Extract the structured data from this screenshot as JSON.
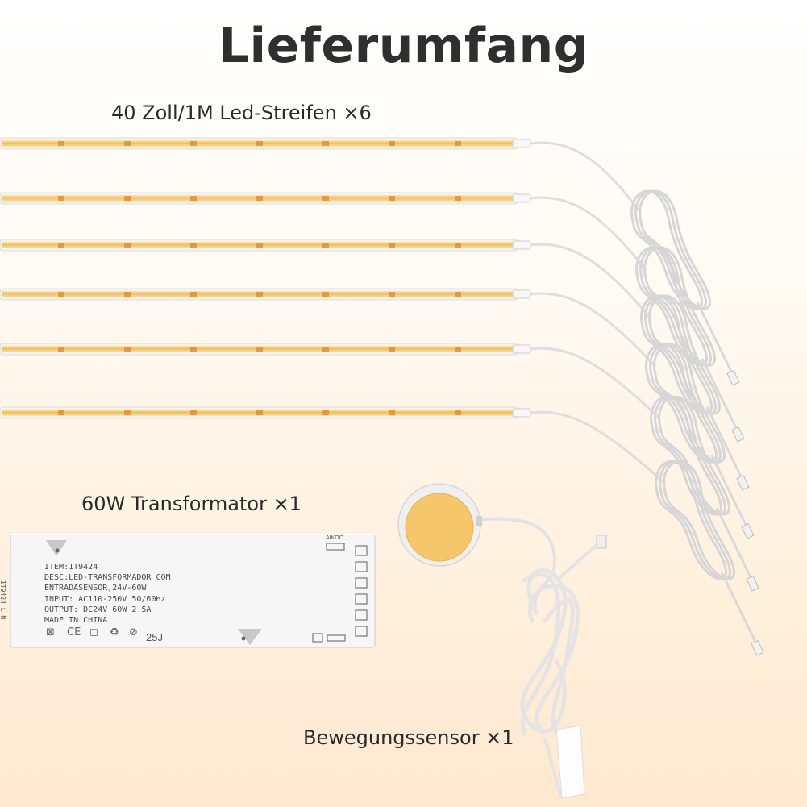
{
  "title": "Lieferumfang",
  "captions": {
    "strips": "40 Zoll/1M Led-Streifen ×6",
    "transformer": "60W Transformator ×1",
    "sensor": "Bewegungssensor ×1"
  },
  "transformer_label": {
    "brand": "AIKOO",
    "lines": [
      "ITEM:1T9424",
      "DESC:LED-TRANSFORMADOR COM",
      "ENTRADASENSOR,24V-60W",
      "INPUT: AC110-250V 50/60Hz",
      "OUTPUT: DC24V 60W 2.5A",
      "MADE IN CHINA"
    ],
    "code": "25J",
    "cert_marks": [
      "⊠",
      "CE",
      "◻",
      "♻",
      "⊘"
    ],
    "side_print": "1T9424 L N"
  },
  "colors": {
    "title": "#2f2f2f",
    "led_yellow": "#f2c15a",
    "sensor_yellow": "#f6c66a",
    "cable": "#dcdcdc",
    "housing": "#f4f4f4"
  },
  "icons": [
    "led-strip-icon",
    "transformer-icon",
    "motion-sensor-icon",
    "cable-coil-icon"
  ]
}
